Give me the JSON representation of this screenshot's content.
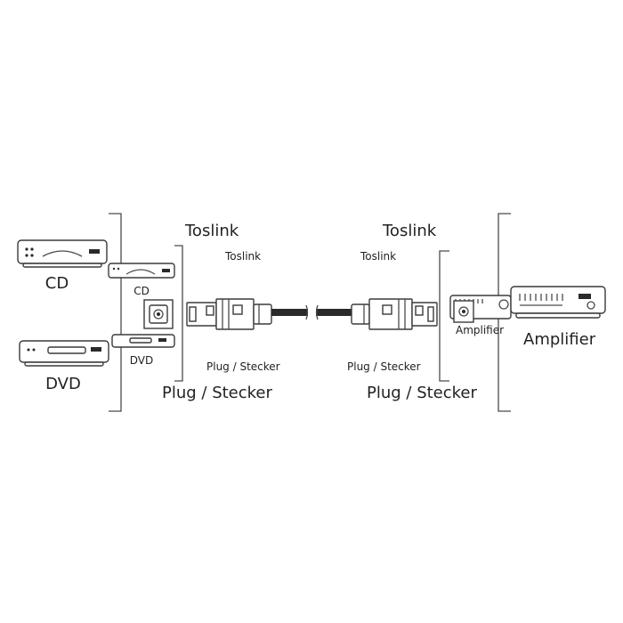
{
  "labels": {
    "cd": "CD",
    "dvd": "DVD",
    "cd_small": "CD",
    "dvd_small": "DVD",
    "toslink_left": "Toslink",
    "toslink_left_small": "Toslink",
    "toslink_right": "Toslink",
    "toslink_right_small": "Toslink",
    "plug_left": "Plug / Stecker",
    "plug_left_small": "Plug / Stecker",
    "plug_right": "Plug / Stecker",
    "plug_right_small": "Plug / Stecker",
    "amplifier": "Amplifier",
    "amplifier_small": "Amplifier"
  },
  "colors": {
    "line": "#4a4a4a",
    "cable": "#2a2a2a",
    "text": "#222222"
  }
}
